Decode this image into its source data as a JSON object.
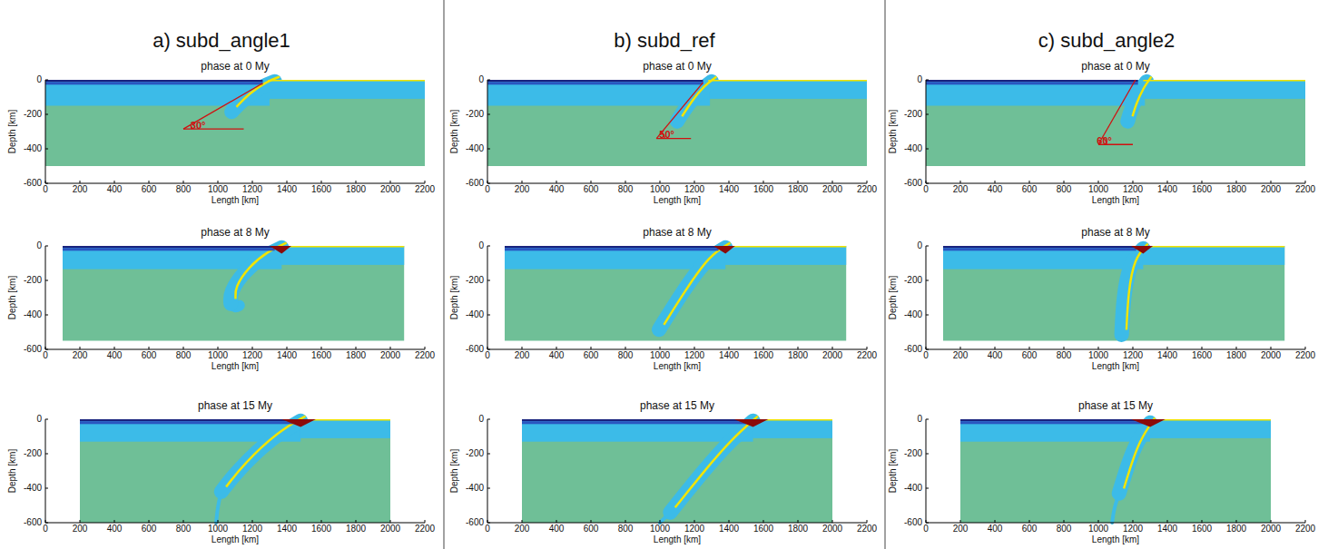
{
  "diagram": {
    "labels": [
      "a) subd_angle1",
      "b) subd_ref",
      "c) subd_angle2",
      "phase at 0 My",
      "30°",
      "Depth [km]",
      "0",
      "-200",
      "-400",
      "-600",
      "Length [km]",
      "0",
      "200",
      "400",
      "600",
      "800",
      "1000",
      "1200",
      "1400",
      "1600",
      "1800",
      "2000",
      "2200",
      "phase at 0 My",
      "50°",
      "Depth [km]",
      "0",
      "-200",
      "-400",
      "-600",
      "Length [km]",
      "0",
      "200",
      "400",
      "600",
      "800",
      "1000",
      "1200",
      "1400",
      "1600",
      "1800",
      "2000",
      "2200",
      "phase at 0 My",
      "60°",
      "Depth [km]",
      "0",
      "-200",
      "-400",
      "-600",
      "Length [km]",
      "0",
      "200",
      "400",
      "600",
      "800",
      "1000",
      "1200",
      "1400",
      "1600",
      "1800",
      "2000",
      "2200",
      "phase at 8 My",
      "Depth [km]",
      "0",
      "-200",
      "-400",
      "-600",
      "Length [km]",
      "0",
      "200",
      "400",
      "600",
      "800",
      "1000",
      "1200",
      "1400",
      "1600",
      "1800",
      "2000",
      "2200",
      "phase at 8 My",
      "Depth [km]",
      "0",
      "-200",
      "-400",
      "-600",
      "Length [km]",
      "0",
      "200",
      "400",
      "600",
      "800",
      "1000",
      "1200",
      "1400",
      "1600",
      "1800",
      "2000",
      "2200",
      "phase at 8 My",
      "Depth [km]",
      "0",
      "-200",
      "-400",
      "-600",
      "Length [km]",
      "0",
      "200",
      "400",
      "600",
      "800",
      "1000",
      "1200",
      "1400",
      "1600",
      "1800",
      "2000",
      "2200",
      "phase at 15 My",
      "Depth [km]",
      "0",
      "-200",
      "-400",
      "-600",
      "Length [km]",
      "0",
      "200",
      "400",
      "600",
      "800",
      "1000",
      "1200",
      "1400",
      "1600",
      "1800",
      "2000",
      "2200",
      "phase at 15 My",
      "Depth [km]",
      "0",
      "-200",
      "-400",
      "-600",
      "Length [km]",
      "0",
      "200",
      "400",
      "600",
      "800",
      "1000",
      "1200",
      "1400",
      "1600",
      "1800",
      "2000",
      "2200",
      "phase at 15 My",
      "Depth [km]",
      "0",
      "-200",
      "-400",
      "-600",
      "Length [km]",
      "0",
      "200",
      "400",
      "600",
      "800",
      "1000",
      "1200",
      "1400",
      "1600",
      "1800",
      "2000",
      "2200"
    ]
  }
}
